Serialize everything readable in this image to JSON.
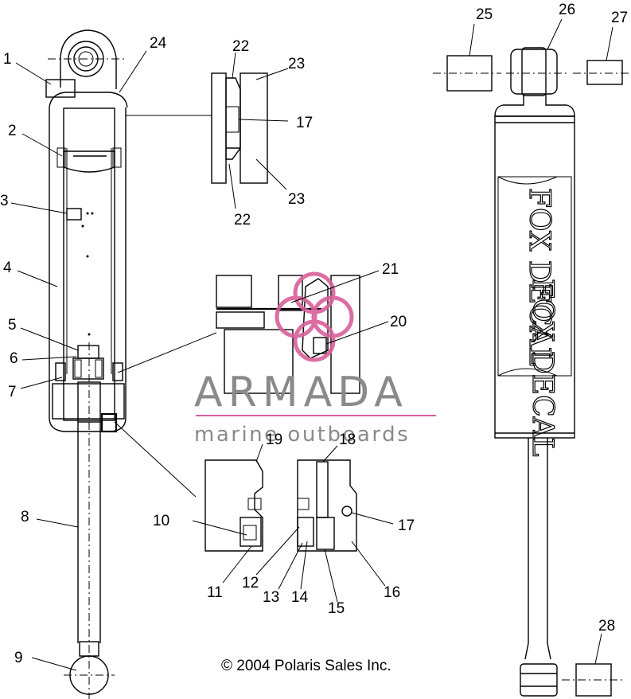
{
  "callouts": [
    "1",
    "2",
    "3",
    "4",
    "5",
    "6",
    "7",
    "8",
    "9",
    "10",
    "11",
    "12",
    "13",
    "14",
    "15",
    "16",
    "17",
    "17",
    "18",
    "19",
    "20",
    "21",
    "22",
    "22",
    "23",
    "23",
    "24",
    "25",
    "26",
    "27",
    "28"
  ],
  "decal_labels": {
    "upper": "FOX DECAL",
    "lower": "FOX DECAL"
  },
  "watermark": {
    "title": "ARMADA",
    "subtitle": "marine outboards",
    "accent_color": "#d8609a",
    "text_color": "#8a8a8a"
  },
  "copyright": "© 2004 Polaris Sales Inc."
}
